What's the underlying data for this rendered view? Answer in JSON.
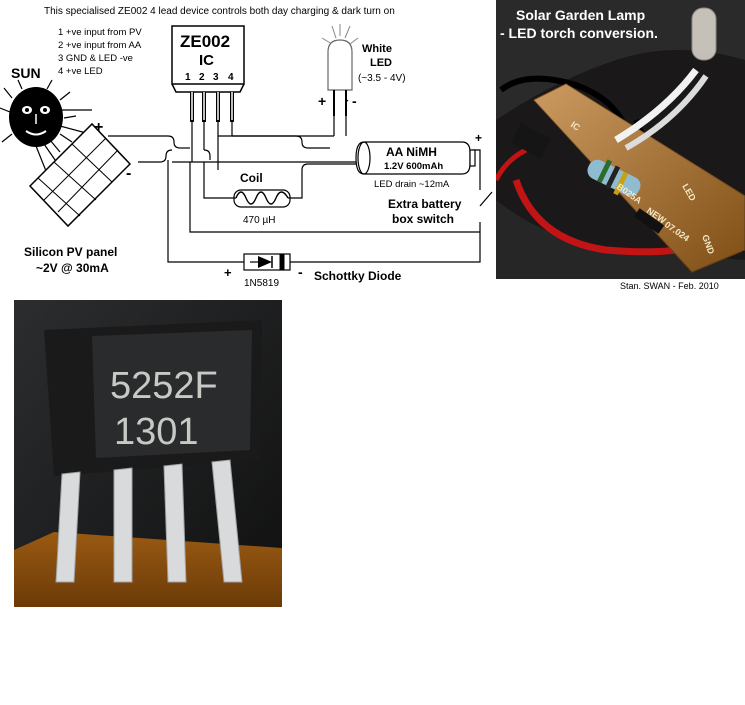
{
  "schematic": {
    "header": "This specialised  ZE002  4 lead device controls both day charging & dark turn on",
    "pin_legend": [
      "1  +ve input from  PV",
      "2  +ve input from AA",
      "3  GND & LED -ve",
      "4  +ve LED"
    ],
    "ic": {
      "name": "ZE002",
      "type": "IC",
      "pins": [
        "1",
        "2",
        "3",
        "4"
      ]
    },
    "sun_label": "SUN",
    "panel": {
      "plus": "+",
      "minus": "-",
      "label_line1": "Silicon PV panel",
      "label_line2": "~2V @ 30mA"
    },
    "led": {
      "label_line1": "White",
      "label_line2": "LED",
      "voltage": "(~3.5 - 4V)",
      "plus": "+",
      "minus": "-"
    },
    "battery": {
      "label_line1": "AA  NiMH",
      "label_line2": "1.2V 600mAh",
      "drain": "LED drain ~12mA",
      "plus": "+"
    },
    "coil": {
      "label": "Coil",
      "value": "470 µH"
    },
    "switch": {
      "label_line1": "Extra battery",
      "label_line2": "box switch"
    },
    "diode": {
      "label": "Schottky Diode",
      "part": "1N5819",
      "plus": "+",
      "minus": "-"
    }
  },
  "photo_top": {
    "title_line1": "Solar Garden Lamp",
    "title_line2": "- LED torch conversion.",
    "board_text": [
      "IC",
      "B025A",
      "NEW",
      "07.024",
      "LED",
      "GND"
    ],
    "credit": "Stan. SWAN - Feb. 2010"
  },
  "photo_chip": {
    "marking_line1": "5252F",
    "marking_line2": "1301"
  }
}
